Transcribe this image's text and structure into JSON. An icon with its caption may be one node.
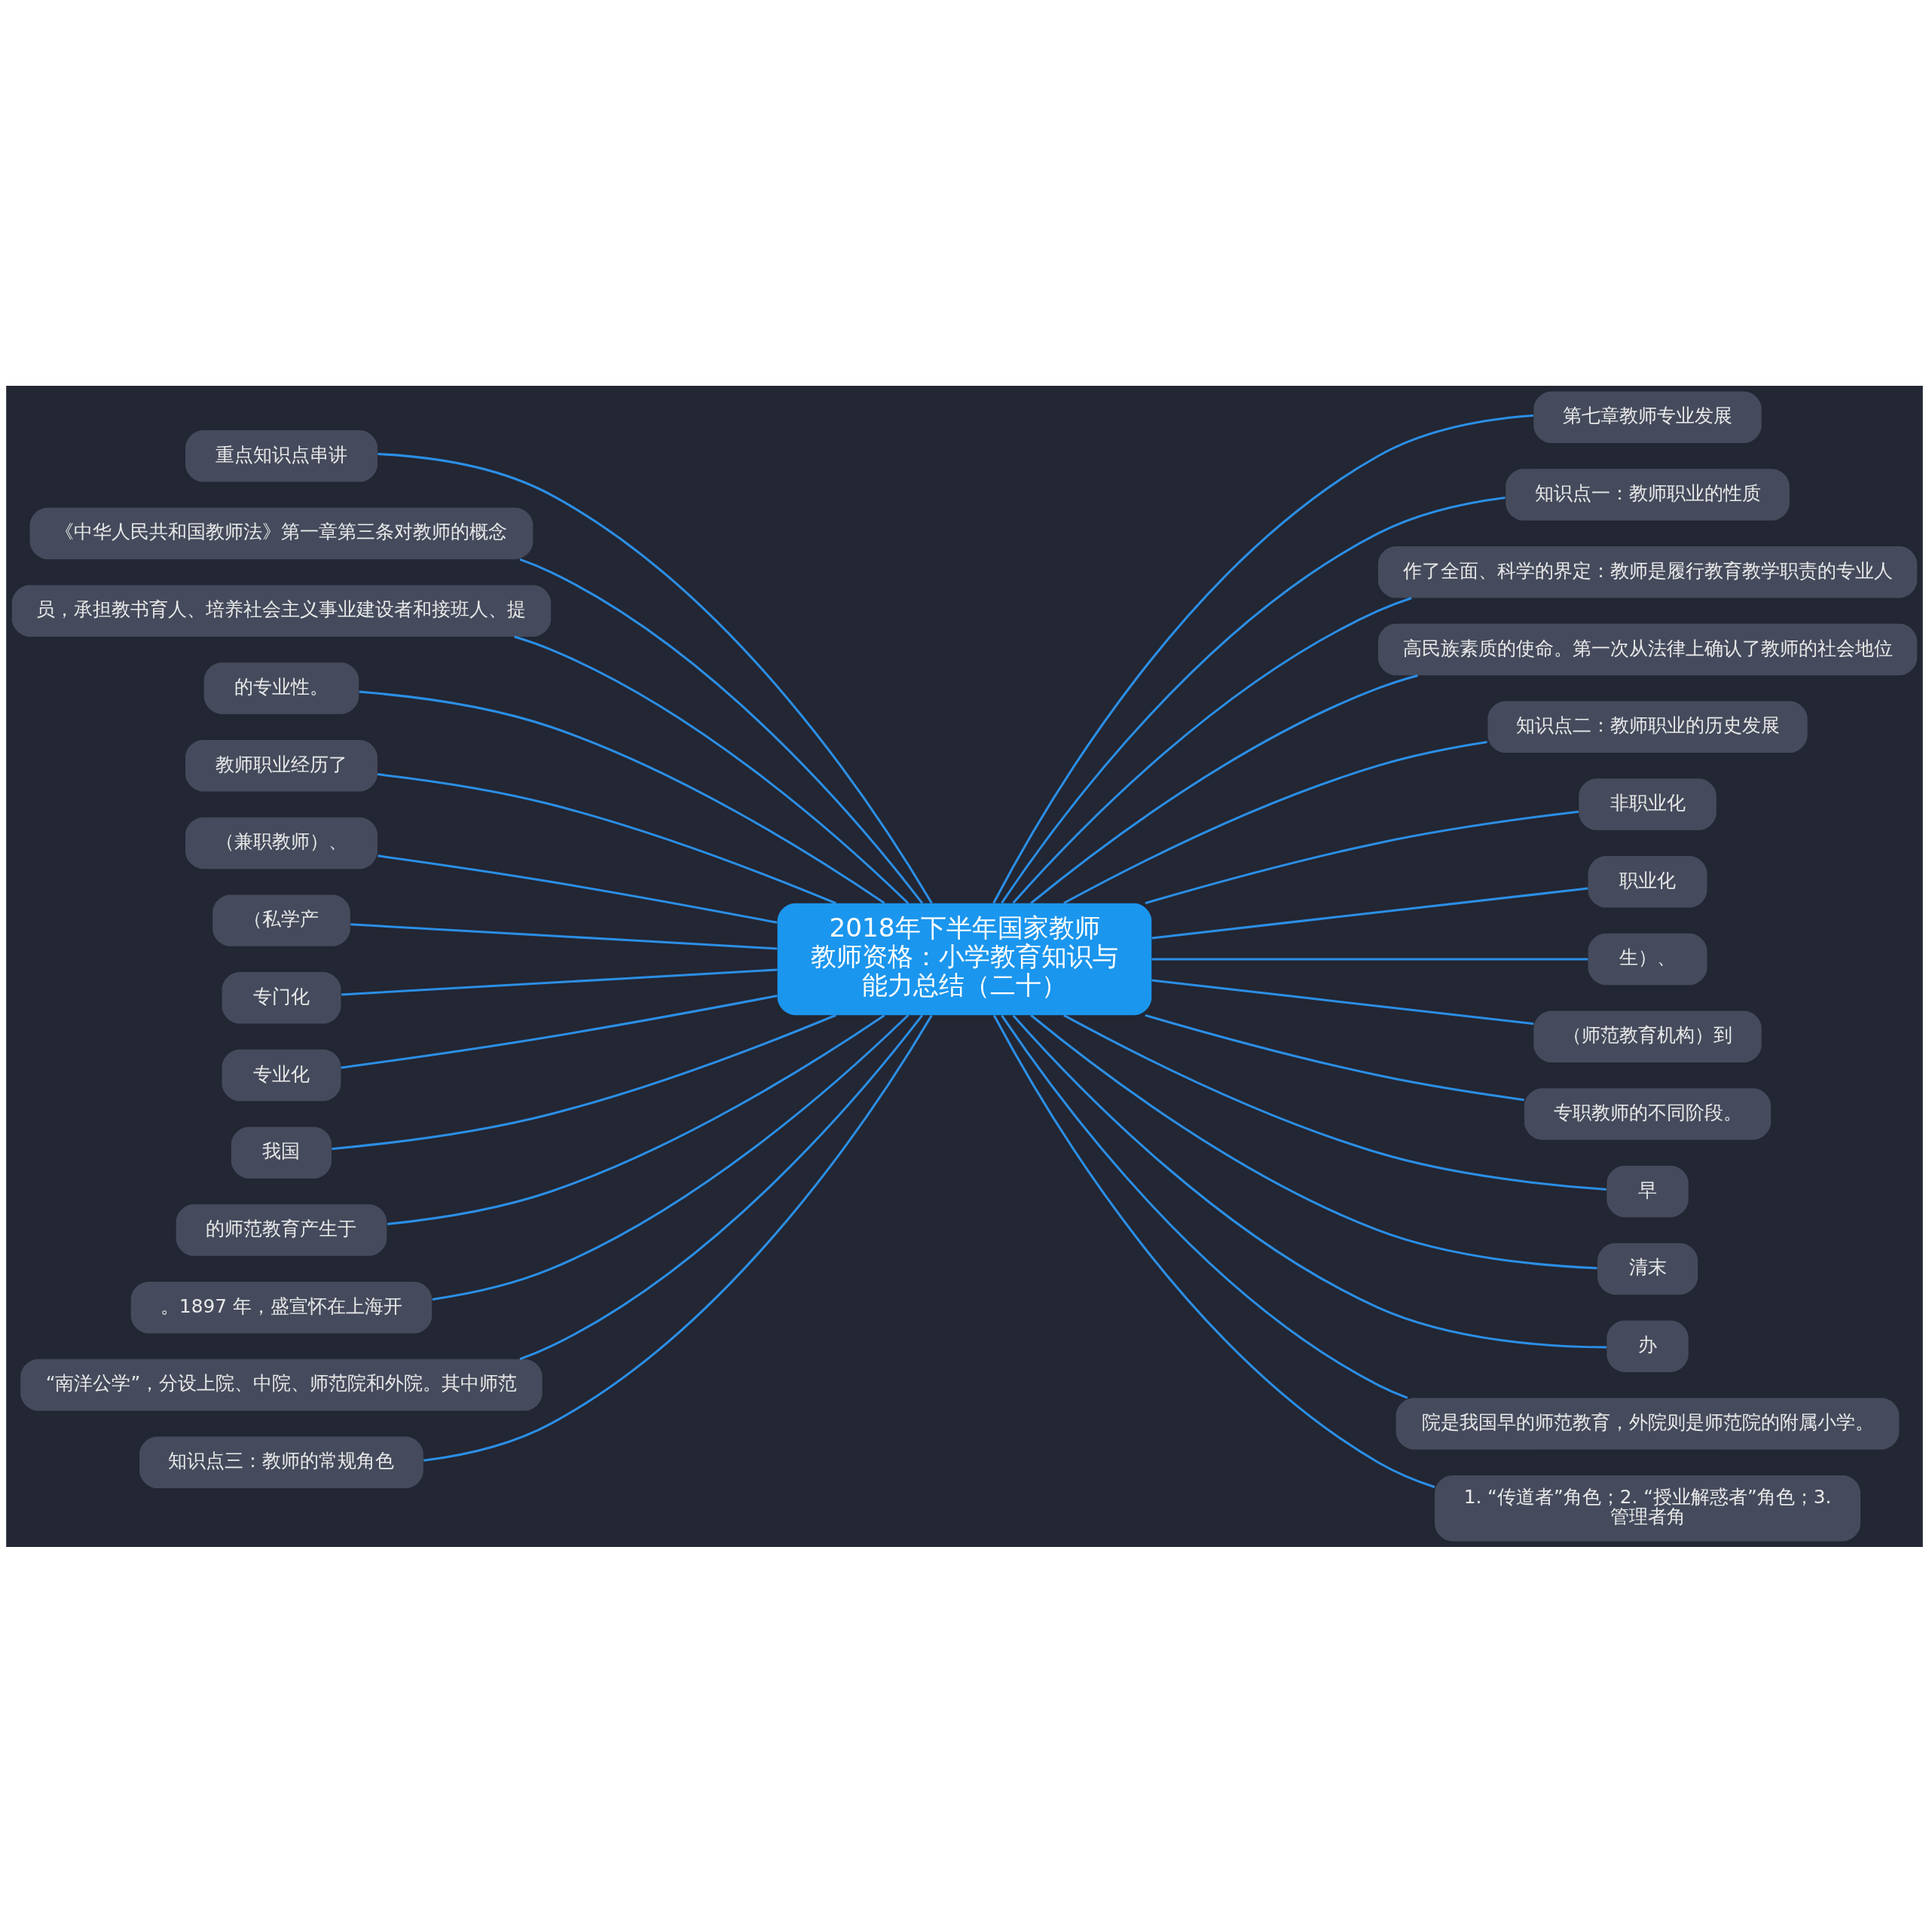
{
  "diagram": {
    "nodes": [
      {
        "text": [
          "2018年下半年国家教师教师资格：小学教育知识与能力总结（二十）"
        ]
      },
      {
        "text": [
          "重点知识点串讲"
        ]
      },
      {
        "text": [
          "《中华人民共和国教师法》第一章第三条对教师的概念"
        ]
      },
      {
        "text": [
          "员，承担教书育人、培养社会主义事业建设者和接班人、提"
        ]
      },
      {
        "text": [
          "的专业性。"
        ]
      },
      {
        "text": [
          "教师职业经历了"
        ]
      },
      {
        "text": [
          "（兼职教师）、"
        ]
      },
      {
        "text": [
          "（私学产"
        ]
      },
      {
        "text": [
          "专门化"
        ]
      },
      {
        "text": [
          "专业化"
        ]
      },
      {
        "text": [
          "我国"
        ]
      },
      {
        "text": [
          "的师范教育产生于"
        ]
      },
      {
        "text": [
          "。1897 年，盛宣怀在上海开"
        ]
      },
      {
        "text": [
          "“南洋公学”，分设上院、中院、师范院和外院。其中师范"
        ]
      },
      {
        "text": [
          "知识点三：教师的常规角色"
        ]
      },
      {
        "text": [
          "第七章教师专业发展"
        ]
      },
      {
        "text": [
          "知识点一：教师职业的性质"
        ]
      },
      {
        "text": [
          "作了全面、科学的界定：教师是履行教育教学职责的专业人"
        ]
      },
      {
        "text": [
          "高民族素质的使命。第一次从法律上确认了教师的社会地位"
        ]
      },
      {
        "text": [
          "知识点二：教师职业的历史发展"
        ]
      },
      {
        "text": [
          "非职业化"
        ]
      },
      {
        "text": [
          "职业化"
        ]
      },
      {
        "text": [
          "生）、"
        ]
      },
      {
        "text": [
          "（师范教育机构）到"
        ]
      },
      {
        "text": [
          "专职教师的不同阶段。"
        ]
      },
      {
        "text": [
          "早"
        ]
      },
      {
        "text": [
          "清末"
        ]
      },
      {
        "text": [
          "办"
        ]
      },
      {
        "text": [
          "院是我国早的师范教育，外院则是师范院的附属小学。"
        ]
      },
      {
        "text": [
          "1. “传道者”角色；2. “授业解惑者”角色；3.管理者角"
        ]
      }
    ],
    "edges": [
      {
        "from": 0,
        "to": 1,
        "arrow": "none"
      },
      {
        "from": 0,
        "to": 2,
        "arrow": "none"
      },
      {
        "from": 0,
        "to": 3,
        "arrow": "none"
      },
      {
        "from": 0,
        "to": 4,
        "arrow": "none"
      },
      {
        "from": 0,
        "to": 5,
        "arrow": "none"
      },
      {
        "from": 0,
        "to": 6,
        "arrow": "none"
      },
      {
        "from": 0,
        "to": 7,
        "arrow": "none"
      },
      {
        "from": 0,
        "to": 8,
        "arrow": "none"
      },
      {
        "from": 0,
        "to": 9,
        "arrow": "none"
      },
      {
        "from": 0,
        "to": 10,
        "arrow": "none"
      },
      {
        "from": 0,
        "to": 11,
        "arrow": "none"
      },
      {
        "from": 0,
        "to": 12,
        "arrow": "none"
      },
      {
        "from": 0,
        "to": 13,
        "arrow": "none"
      },
      {
        "from": 0,
        "to": 14,
        "arrow": "none"
      },
      {
        "from": 0,
        "to": 15,
        "arrow": "none"
      },
      {
        "from": 0,
        "to": 16,
        "arrow": "none"
      },
      {
        "from": 0,
        "to": 17,
        "arrow": "none"
      },
      {
        "from": 0,
        "to": 18,
        "arrow": "none"
      },
      {
        "from": 0,
        "to": 19,
        "arrow": "none"
      },
      {
        "from": 0,
        "to": 20,
        "arrow": "none"
      },
      {
        "from": 0,
        "to": 21,
        "arrow": "none"
      },
      {
        "from": 0,
        "to": 22,
        "arrow": "none"
      },
      {
        "from": 0,
        "to": 23,
        "arrow": "none"
      },
      {
        "from": 0,
        "to": 24,
        "arrow": "none"
      },
      {
        "from": 0,
        "to": 25,
        "arrow": "none"
      },
      {
        "from": 0,
        "to": 26,
        "arrow": "none"
      },
      {
        "from": 0,
        "to": 27,
        "arrow": "none"
      },
      {
        "from": 0,
        "to": 28,
        "arrow": "none"
      },
      {
        "from": 0,
        "to": 29,
        "arrow": "none"
      }
    ]
  }
}
